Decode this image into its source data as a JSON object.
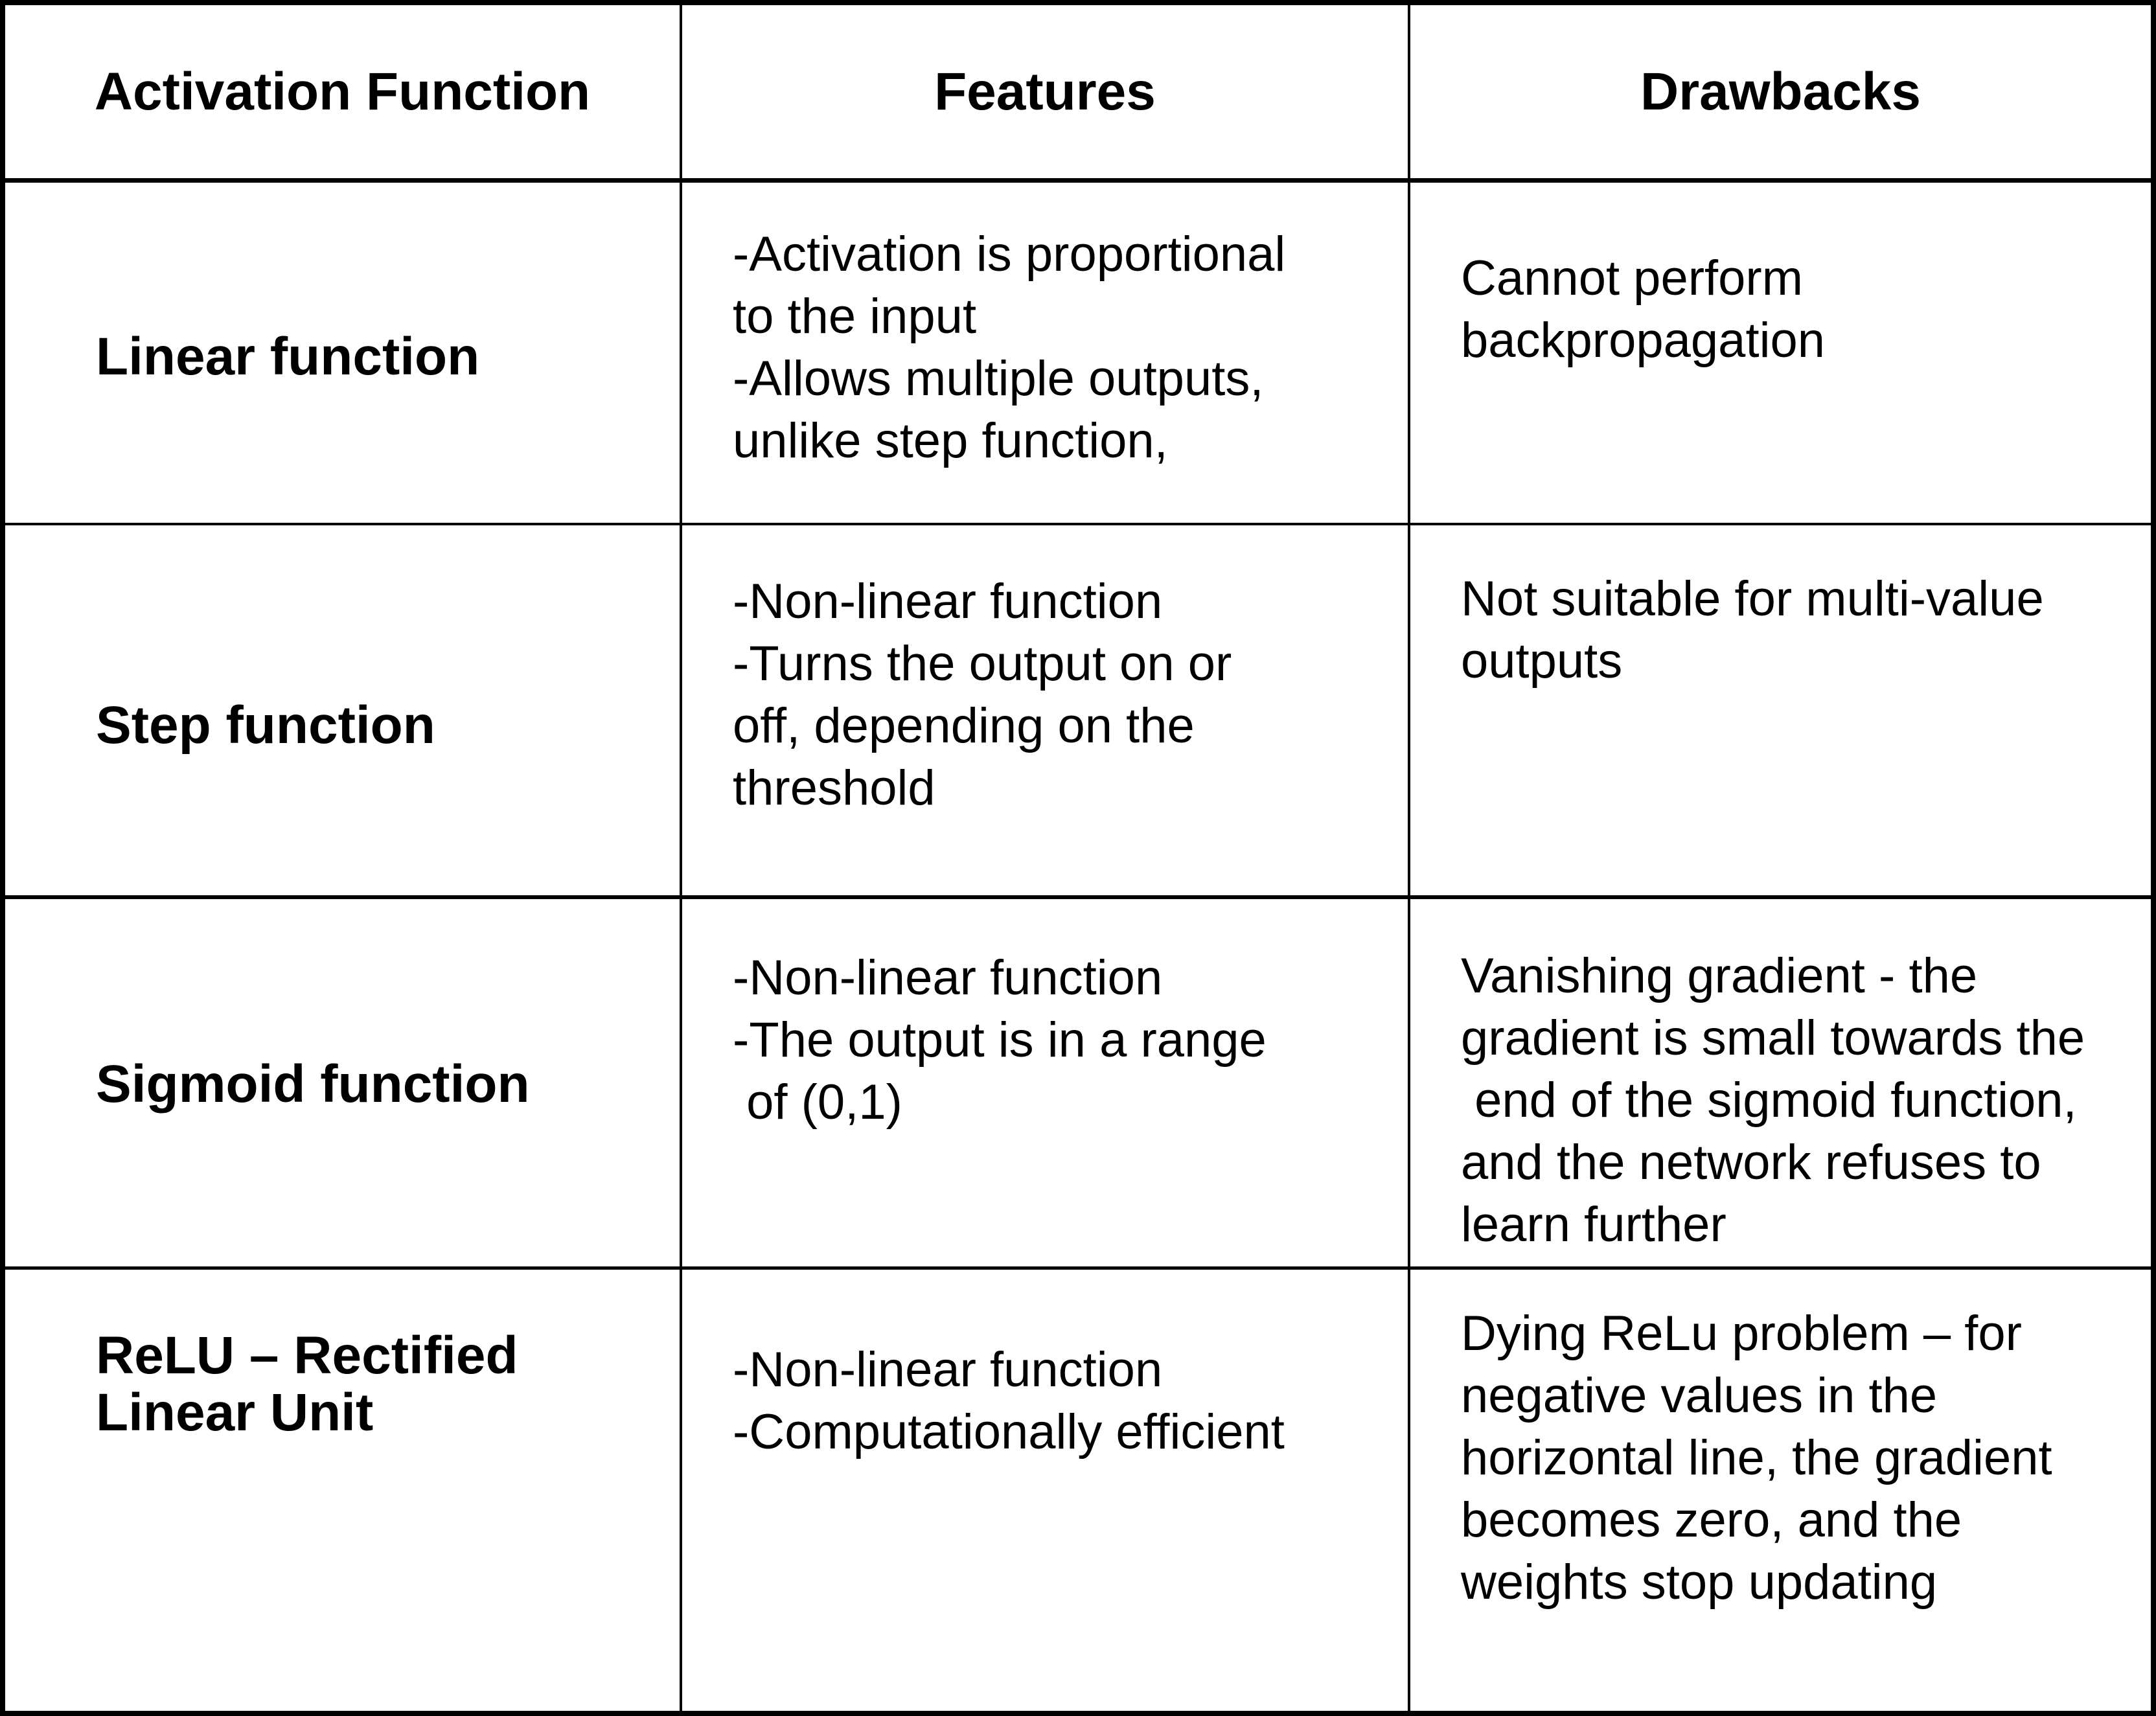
{
  "colors": {
    "border": "#000000",
    "background": "#ffffff",
    "text": "#000000"
  },
  "table": {
    "columns": [
      "Activation Function",
      "Features",
      "Drawbacks"
    ],
    "rows": [
      {
        "function": [
          "Linear function"
        ],
        "features": [
          "-Activation is proportional",
          "to the input",
          "-Allows multiple outputs,",
          "unlike step function,"
        ],
        "drawbacks": [
          "Cannot perform",
          "backpropagation"
        ]
      },
      {
        "function": [
          "Step function"
        ],
        "features": [
          "-Non-linear function",
          "-Turns the output on or",
          "off, depending on the",
          "threshold"
        ],
        "drawbacks": [
          "Not suitable for multi-value",
          "outputs"
        ]
      },
      {
        "function": [
          "Sigmoid function"
        ],
        "features": [
          "-Non-linear function",
          "-The output is in a range",
          " of (0,1)"
        ],
        "drawbacks": [
          "Vanishing gradient - the",
          "gradient is small towards the",
          " end of the sigmoid function,",
          "and the network refuses to",
          "learn further"
        ]
      },
      {
        "function": [
          "ReLU – Rectified",
          "Linear Unit"
        ],
        "features": [
          "-Non-linear function",
          "-Computationally efficient"
        ],
        "drawbacks": [
          "Dying ReLu problem – for",
          "negative values in the",
          "horizontal line, the gradient",
          "becomes zero, and the",
          "weights stop updating"
        ]
      }
    ]
  }
}
